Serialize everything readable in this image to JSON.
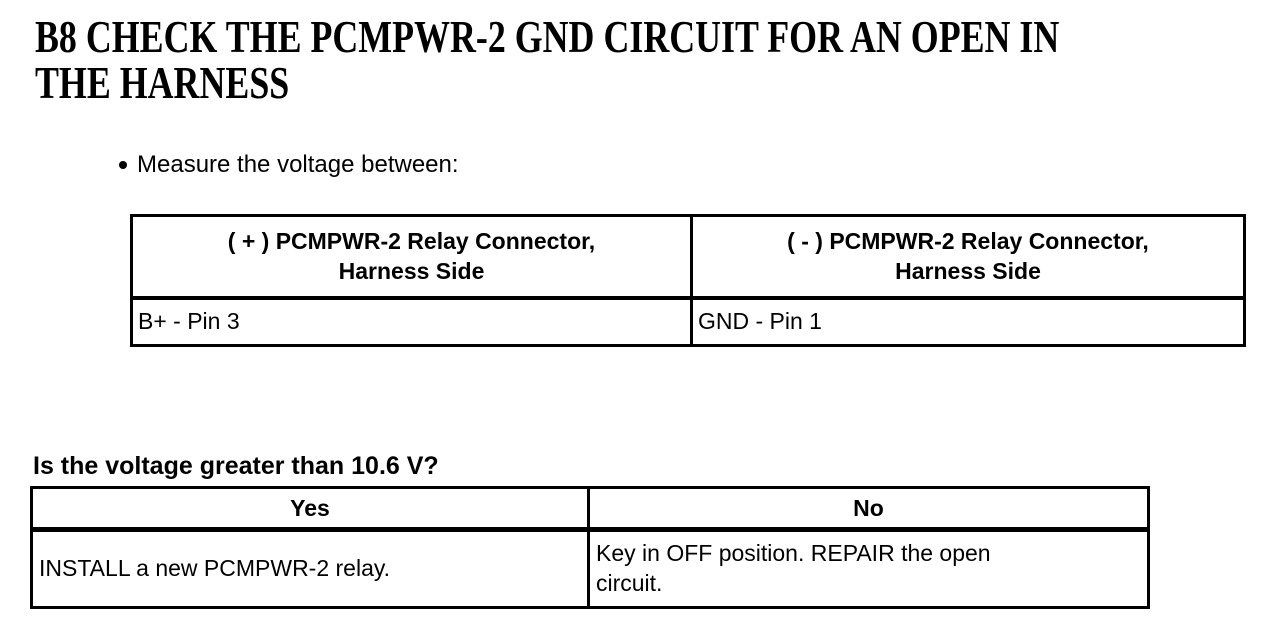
{
  "page": {
    "title_line1": "B8 CHECK THE PCMPWR-2 GND CIRCUIT FOR AN OPEN IN",
    "title_line2": "THE HARNESS",
    "bullet_text": "Measure the voltage between:",
    "question": "Is the voltage greater than 10.6 V?"
  },
  "voltage_table": {
    "header_positive": {
      "line1": "( + ) PCMPWR-2 Relay Connector,",
      "line2": "Harness Side"
    },
    "header_negative": {
      "line1": "( - ) PCMPWR-2 Relay Connector,",
      "line2": "Harness Side"
    },
    "row": {
      "positive": "B+ - Pin 3",
      "negative": "GND - Pin 1"
    }
  },
  "decision_table": {
    "yes_header": "Yes",
    "no_header": "No",
    "yes_action": "INSTALL a new PCMPWR-2 relay.",
    "no_action": "Key in OFF position. REPAIR the open circuit."
  },
  "colors": {
    "text": "#000000",
    "background": "#ffffff",
    "border": "#000000"
  }
}
